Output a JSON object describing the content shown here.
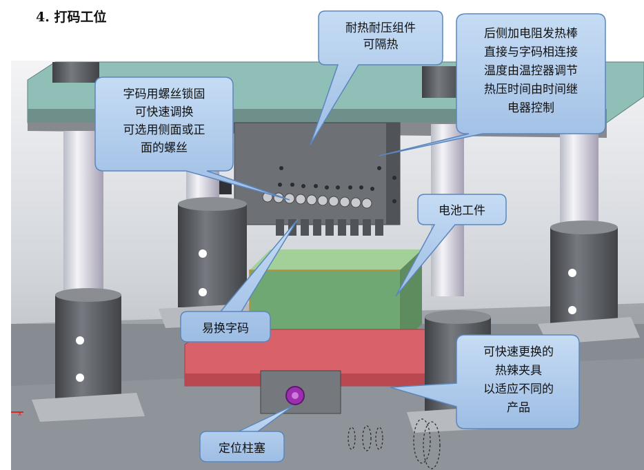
{
  "page": {
    "title": "4. 打码工位"
  },
  "callouts": {
    "heat_insulation": [
      "耐热耐压组件",
      "可隔热"
    ],
    "screw_lock": [
      "字码用螺丝锁固",
      "可快速调换",
      "可选用侧面或正",
      "面的螺丝"
    ],
    "heater": [
      "后侧加电阻发热棒",
      "直接与字码相连接",
      "温度由温控器调节",
      "热压时间由时间继",
      "电器控制"
    ],
    "battery": [
      "电池工件"
    ],
    "easy_swap": [
      "易换字码"
    ],
    "fixture": [
      "可快速更换的",
      "热辣夹具",
      "以适应不同的",
      "产品"
    ],
    "locating_plunger": [
      "定位柱塞"
    ]
  },
  "colors": {
    "callout_fill": "#a9c6e8",
    "callout_stroke": "#5b86bd",
    "top_plate": "#8fbfb7",
    "column": "#e6e6ec",
    "sleeve": "#5d5f63",
    "battery_face": "#6fa873",
    "battery_top": "#a3cf98",
    "fixture_plate": "#d9626a",
    "plunger": "#9b2fb0"
  },
  "icons": [
    "axis-triad-icon"
  ]
}
